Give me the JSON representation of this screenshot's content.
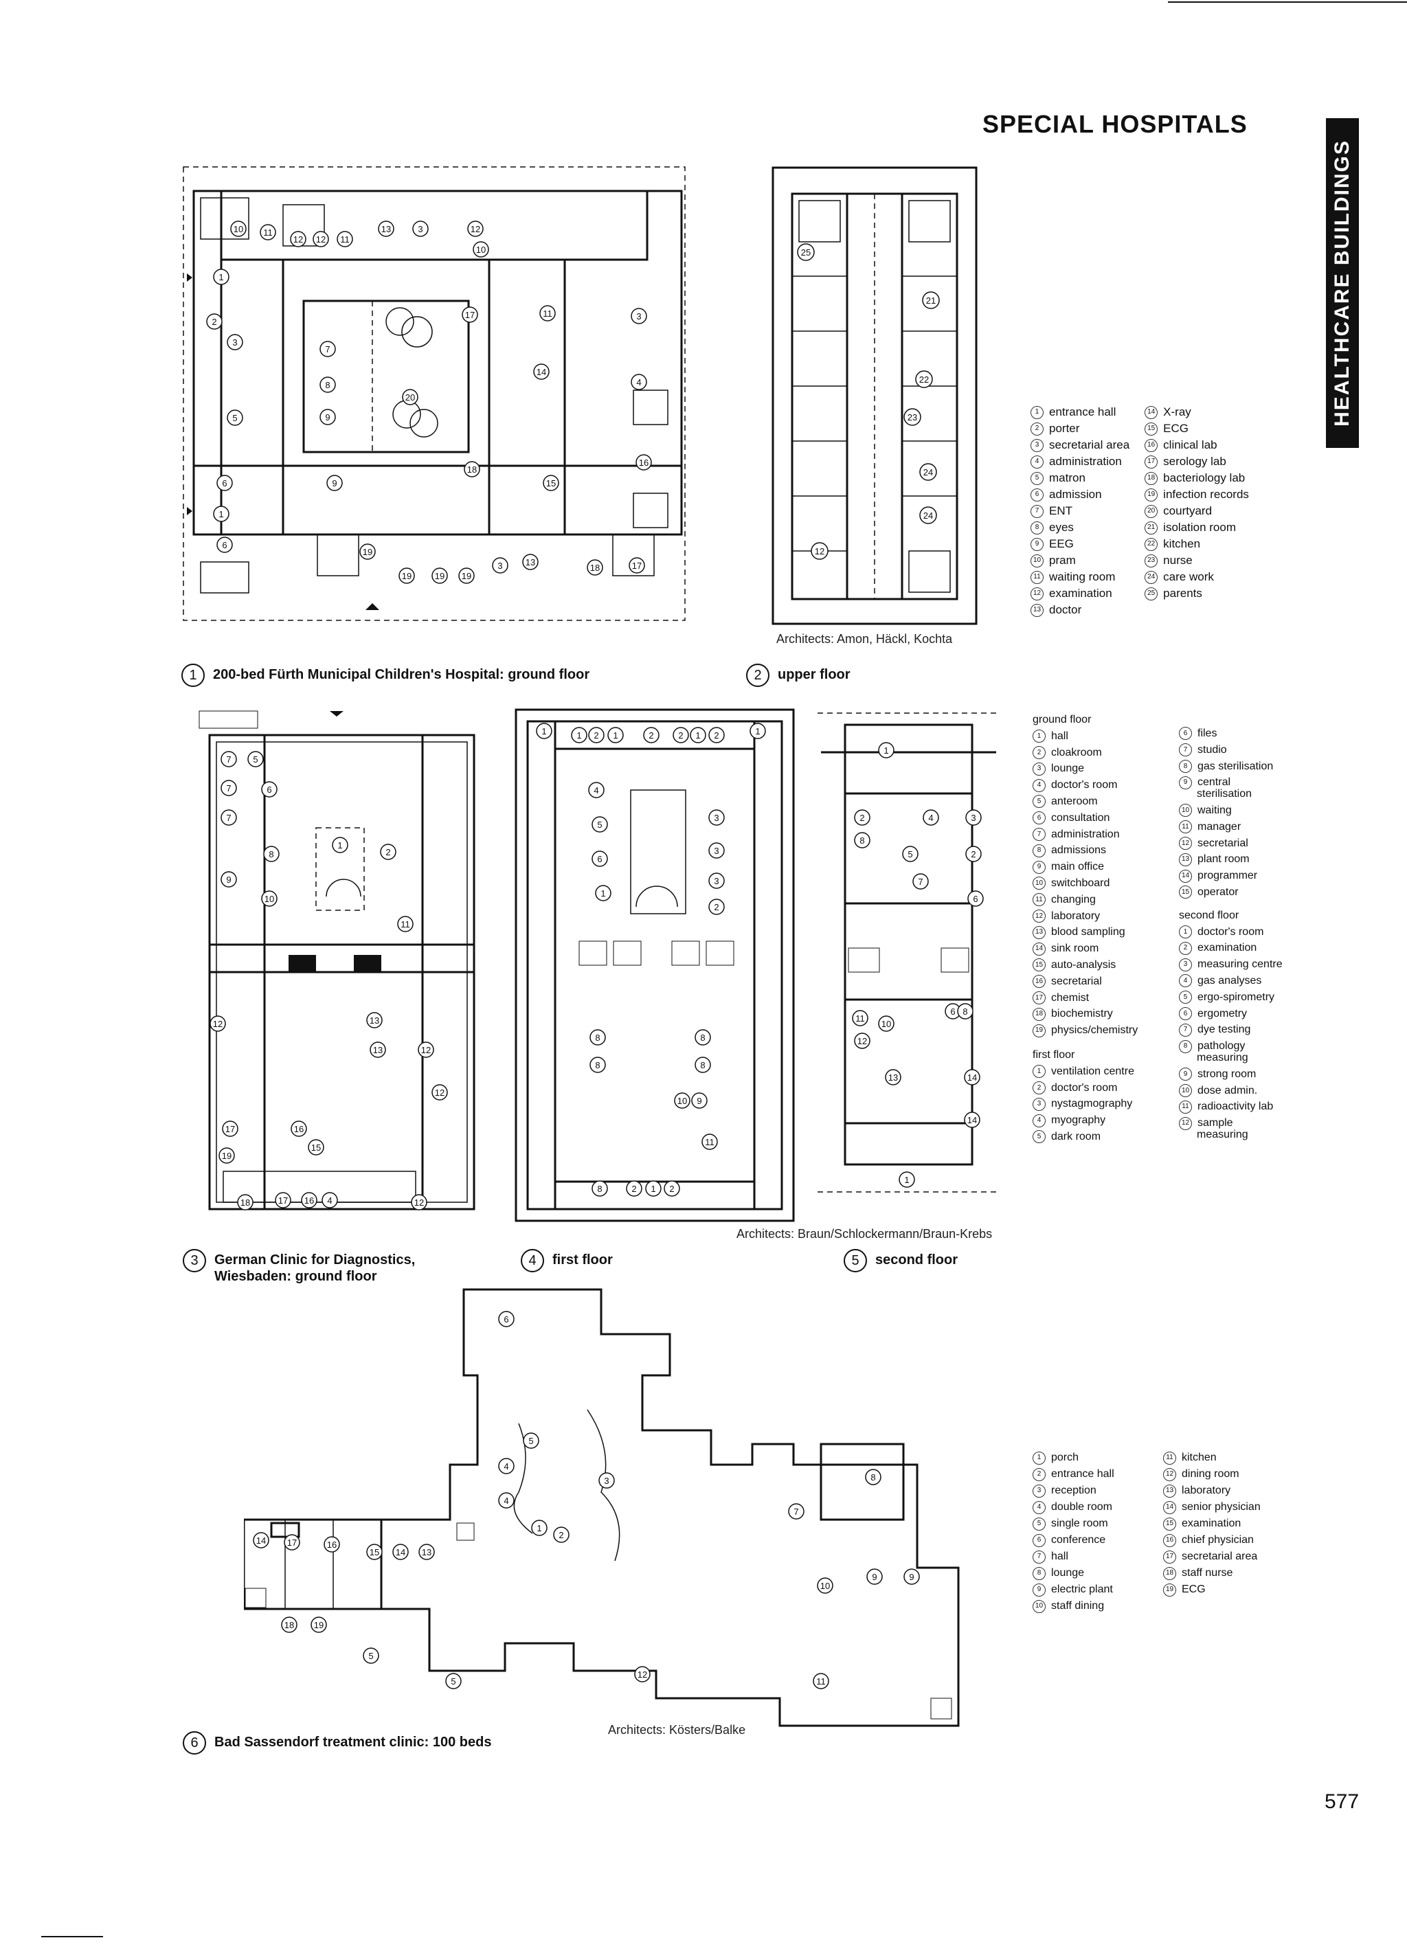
{
  "header": {
    "title": "SPECIAL HOSPITALS",
    "side_tab": "HEALTHCARE BUILDINGS"
  },
  "page_number": "577",
  "figure1": {
    "number": "1",
    "caption": "200-bed Fürth Municipal Children's Hospital: ground floor",
    "rooms": [
      "10",
      "11",
      "12",
      "12",
      "11",
      "13",
      "3",
      "12",
      "10",
      "1",
      "2",
      "3",
      "7",
      "17",
      "11",
      "3",
      "8",
      "20",
      "14",
      "4",
      "5",
      "9",
      "18",
      "15",
      "16",
      "6",
      "9",
      "1",
      "6",
      "19",
      "19",
      "19",
      "19",
      "3",
      "13",
      "18",
      "17"
    ]
  },
  "figure2": {
    "number": "2",
    "caption": "upper floor",
    "architects": "Architects: Amon, Häckl, Kochta",
    "rooms": [
      "25",
      "21",
      "22",
      "23",
      "24",
      "24",
      "12"
    ]
  },
  "legend1": {
    "left": [
      {
        "n": "1",
        "t": "entrance hall"
      },
      {
        "n": "2",
        "t": "porter"
      },
      {
        "n": "3",
        "t": "secretarial area"
      },
      {
        "n": "4",
        "t": "administration"
      },
      {
        "n": "5",
        "t": "matron"
      },
      {
        "n": "6",
        "t": "admission"
      },
      {
        "n": "7",
        "t": "ENT"
      },
      {
        "n": "8",
        "t": "eyes"
      },
      {
        "n": "9",
        "t": "EEG"
      },
      {
        "n": "10",
        "t": "pram"
      },
      {
        "n": "11",
        "t": "waiting room"
      },
      {
        "n": "12",
        "t": "examination"
      },
      {
        "n": "13",
        "t": "doctor"
      }
    ],
    "right": [
      {
        "n": "14",
        "t": "X-ray"
      },
      {
        "n": "15",
        "t": "ECG"
      },
      {
        "n": "16",
        "t": "clinical lab"
      },
      {
        "n": "17",
        "t": "serology lab"
      },
      {
        "n": "18",
        "t": "bacteriology lab"
      },
      {
        "n": "19",
        "t": "infection records"
      },
      {
        "n": "20",
        "t": "courtyard"
      },
      {
        "n": "21",
        "t": "isolation room"
      },
      {
        "n": "22",
        "t": "kitchen"
      },
      {
        "n": "23",
        "t": "nurse"
      },
      {
        "n": "24",
        "t": "care work"
      },
      {
        "n": "25",
        "t": "parents"
      }
    ]
  },
  "figure3": {
    "number": "3",
    "caption_line1": "German Clinic for Diagnostics,",
    "caption_line2": "Wiesbaden: ground floor",
    "rooms": [
      "7",
      "5",
      "7",
      "6",
      "7",
      "1",
      "8",
      "9",
      "10",
      "2",
      "11",
      "12",
      "13",
      "13",
      "12",
      "12",
      "17",
      "16",
      "15",
      "19",
      "18",
      "17",
      "16",
      "4",
      "12"
    ]
  },
  "figure4": {
    "number": "4",
    "caption": "first floor",
    "rooms": [
      "1",
      "1",
      "2",
      "1",
      "2",
      "2",
      "1",
      "2",
      "1",
      "4",
      "3",
      "5",
      "3",
      "6",
      "3",
      "1",
      "2",
      "8",
      "8",
      "8",
      "8",
      "10",
      "9",
      "11",
      "8",
      "2",
      "1",
      "2"
    ]
  },
  "figure5": {
    "number": "5",
    "caption": "second floor",
    "architects": "Architects: Braun/Schlockermann/Braun-Krebs",
    "rooms": [
      "1",
      "2",
      "4",
      "3",
      "8",
      "5",
      "2",
      "7",
      "6",
      "11",
      "10",
      "6",
      "8",
      "12",
      "13",
      "14",
      "14",
      "1"
    ]
  },
  "legend2": {
    "ground_head": "ground floor",
    "ground": [
      {
        "n": "1",
        "t": "hall"
      },
      {
        "n": "2",
        "t": "cloakroom"
      },
      {
        "n": "3",
        "t": "lounge"
      },
      {
        "n": "4",
        "t": "doctor's room"
      },
      {
        "n": "5",
        "t": "anteroom"
      },
      {
        "n": "6",
        "t": "consultation"
      },
      {
        "n": "7",
        "t": "administration"
      },
      {
        "n": "8",
        "t": "admissions"
      },
      {
        "n": "9",
        "t": "main office"
      },
      {
        "n": "10",
        "t": "switchboard"
      },
      {
        "n": "11",
        "t": "changing"
      },
      {
        "n": "12",
        "t": "laboratory"
      },
      {
        "n": "13",
        "t": "blood sampling"
      },
      {
        "n": "14",
        "t": "sink room"
      },
      {
        "n": "15",
        "t": "auto-analysis"
      },
      {
        "n": "16",
        "t": "secretarial"
      },
      {
        "n": "17",
        "t": "chemist"
      },
      {
        "n": "18",
        "t": "biochemistry"
      },
      {
        "n": "19",
        "t": "physics/chemistry"
      }
    ],
    "first_head": "first floor",
    "first": [
      {
        "n": "1",
        "t": "ventilation centre"
      },
      {
        "n": "2",
        "t": "doctor's room"
      },
      {
        "n": "3",
        "t": "nystagmography"
      },
      {
        "n": "4",
        "t": "myography"
      },
      {
        "n": "5",
        "t": "dark room"
      }
    ],
    "ground_cont": [
      {
        "n": "6",
        "t": "files"
      },
      {
        "n": "7",
        "t": "studio"
      },
      {
        "n": "8",
        "t": "gas sterilisation"
      },
      {
        "n": "9",
        "t": "central",
        "t2": "sterilisation"
      },
      {
        "n": "10",
        "t": "waiting"
      },
      {
        "n": "11",
        "t": "manager"
      },
      {
        "n": "12",
        "t": "secretarial"
      },
      {
        "n": "13",
        "t": "plant room"
      },
      {
        "n": "14",
        "t": "programmer"
      },
      {
        "n": "15",
        "t": "operator"
      }
    ],
    "second_head": "second floor",
    "second": [
      {
        "n": "1",
        "t": "doctor's room"
      },
      {
        "n": "2",
        "t": "examination"
      },
      {
        "n": "3",
        "t": "measuring centre"
      },
      {
        "n": "4",
        "t": "gas analyses"
      },
      {
        "n": "5",
        "t": "ergo-spirometry"
      },
      {
        "n": "6",
        "t": "ergometry"
      },
      {
        "n": "7",
        "t": "dye testing"
      },
      {
        "n": "8",
        "t": "pathology",
        "t2": "measuring"
      },
      {
        "n": "9",
        "t": "strong room"
      },
      {
        "n": "10",
        "t": "dose admin."
      },
      {
        "n": "11",
        "t": "radioactivity lab"
      },
      {
        "n": "12",
        "t": "sample",
        "t2": "measuring"
      }
    ]
  },
  "figure6": {
    "number": "6",
    "caption": "Bad Sassendorf treatment clinic: 100 beds",
    "architects": "Architects: Kösters/Balke",
    "rooms": [
      "6",
      "5",
      "4",
      "4",
      "3",
      "8",
      "7",
      "1",
      "2",
      "14",
      "17",
      "16",
      "15",
      "14",
      "13",
      "18",
      "19",
      "5",
      "5",
      "10",
      "9",
      "9",
      "12",
      "11"
    ]
  },
  "legend3": {
    "left": [
      {
        "n": "1",
        "t": "porch"
      },
      {
        "n": "2",
        "t": "entrance hall"
      },
      {
        "n": "3",
        "t": "reception"
      },
      {
        "n": "4",
        "t": "double room"
      },
      {
        "n": "5",
        "t": "single room"
      },
      {
        "n": "6",
        "t": "conference"
      },
      {
        "n": "7",
        "t": "hall"
      },
      {
        "n": "8",
        "t": "lounge"
      },
      {
        "n": "9",
        "t": "electric plant"
      },
      {
        "n": "10",
        "t": "staff dining"
      }
    ],
    "right": [
      {
        "n": "11",
        "t": "kitchen"
      },
      {
        "n": "12",
        "t": "dining room"
      },
      {
        "n": "13",
        "t": "laboratory"
      },
      {
        "n": "14",
        "t": "senior physician"
      },
      {
        "n": "15",
        "t": "examination"
      },
      {
        "n": "16",
        "t": "chief physician"
      },
      {
        "n": "17",
        "t": "secretarial area"
      },
      {
        "n": "18",
        "t": "staff nurse"
      },
      {
        "n": "19",
        "t": "ECG"
      }
    ]
  }
}
